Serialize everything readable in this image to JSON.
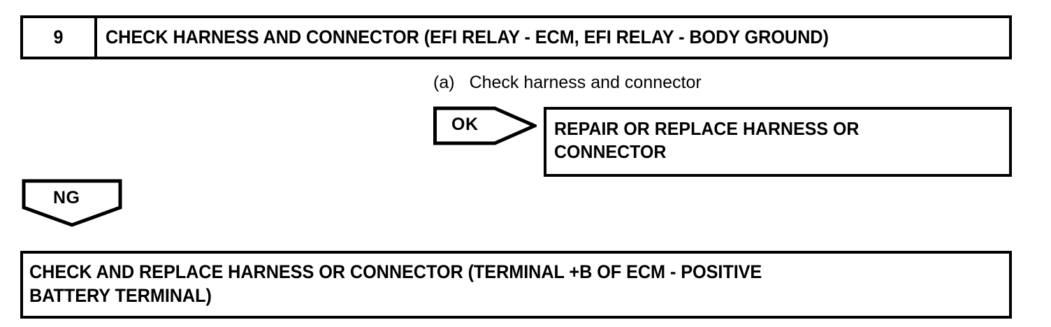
{
  "step": {
    "number": "9",
    "title": "CHECK HARNESS AND CONNECTOR (EFI RELAY - ECM, EFI RELAY - BODY GROUND)"
  },
  "substep": {
    "marker": "(a)",
    "text": "Check harness and connector"
  },
  "branches": {
    "ok": {
      "label": "OK",
      "result_box_line1": "REPAIR OR REPLACE HARNESS OR",
      "result_box_line2": "CONNECTOR"
    },
    "ng": {
      "label": "NG"
    }
  },
  "final_action": {
    "line1": "CHECK AND REPLACE HARNESS OR CONNECTOR (TERMINAL +B OF ECM - POSITIVE",
    "line2": "BATTERY TERMINAL)"
  },
  "colors": {
    "stroke": "#000000",
    "background": "#ffffff",
    "text": "#000000"
  }
}
